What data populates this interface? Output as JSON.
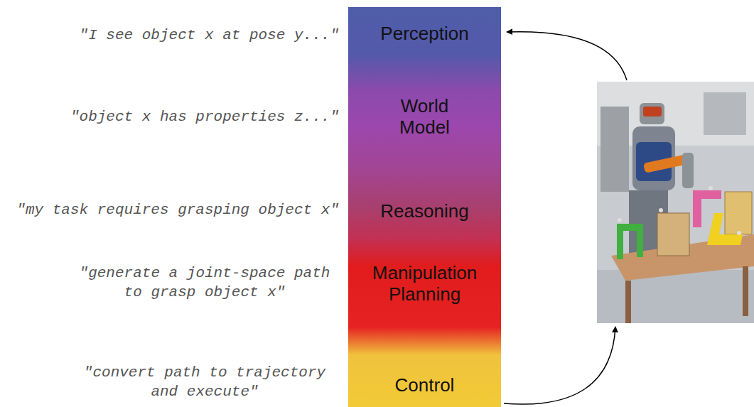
{
  "diagram": {
    "nodes": [
      {
        "text": [
          "Perception"
        ]
      },
      {
        "text": [
          "World Model"
        ]
      },
      {
        "text": [
          "Reasoning"
        ]
      },
      {
        "text": [
          "Manipulation Planning"
        ]
      },
      {
        "text": [
          "Control"
        ]
      }
    ],
    "labels": [
      "\"I see object x at pose y...\"",
      "\"object x has properties z...\"",
      "\"my task requires grasping object x\"",
      "\"generate a joint-space path to grasp object x\"",
      "\"convert path to trajectory and execute\""
    ]
  }
}
